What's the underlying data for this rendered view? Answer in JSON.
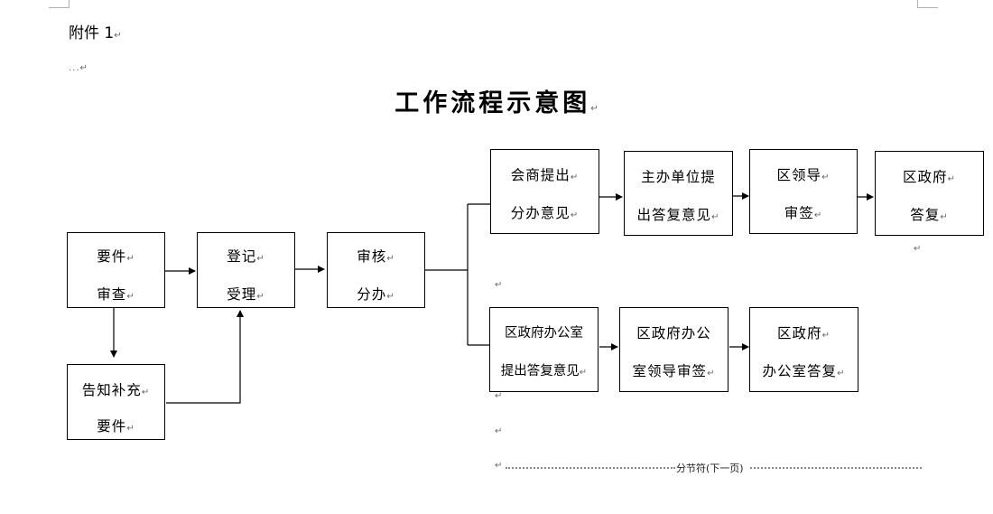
{
  "header": {
    "attachment": "附件 1",
    "para_mark": "↵",
    "empty_line": "..."
  },
  "title": "工作流程示意图",
  "boxes": {
    "review": [
      "要件",
      "审查"
    ],
    "register": [
      "登记",
      "受理"
    ],
    "audit": [
      "审核",
      "分办"
    ],
    "notify": [
      "告知补充",
      "要件"
    ],
    "consult": [
      "会商提出",
      "分办意见"
    ],
    "host": [
      "主办单位提",
      "出答复意见"
    ],
    "leader": [
      "区领导",
      "审签"
    ],
    "gov_reply": [
      "区政府",
      "答复"
    ],
    "office_propose": [
      "区政府办公室",
      "提出答复意见"
    ],
    "office_leader": [
      "区政府办公",
      "室领导审签"
    ],
    "office_reply": [
      "区政府",
      "办公室答复"
    ]
  },
  "section_break": "分节符(下一页)"
}
